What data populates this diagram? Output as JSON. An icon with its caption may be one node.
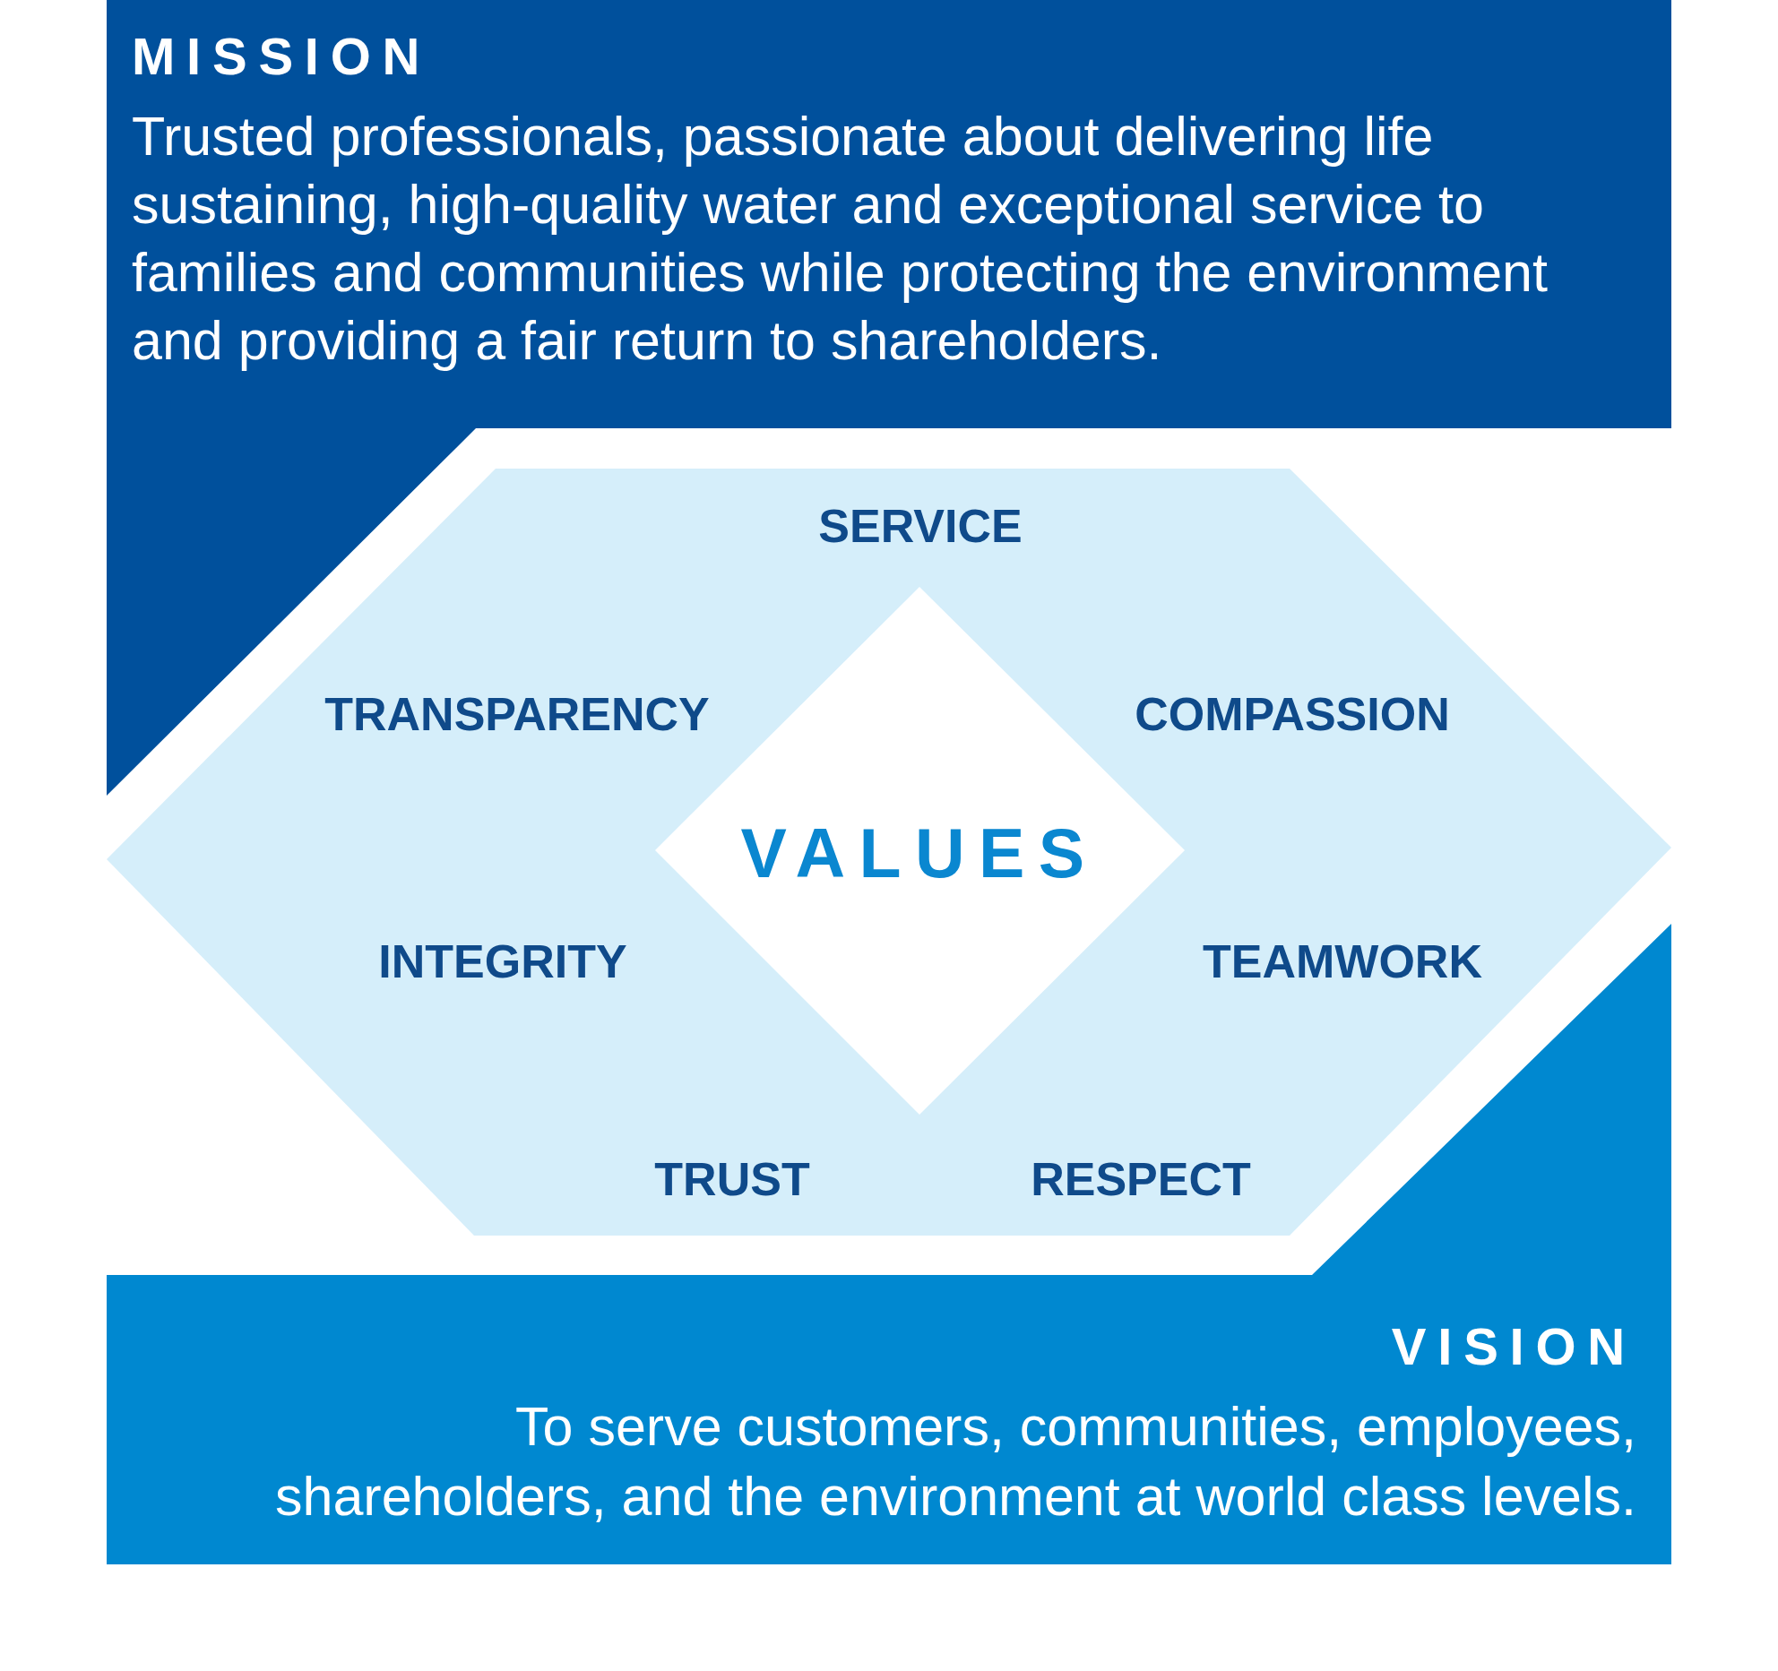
{
  "diagram": {
    "nodes": [
      {
        "text": [
          "MISSION",
          "Trusted professionals, passionate about delivering life sustaining, high-quality water and exceptional service to families and communities while protecting the environment and providing a fair return to shareholders."
        ]
      },
      {
        "text": [
          "SERVICE",
          "TRANSPARENCY",
          "COMPASSION",
          "INTEGRITY",
          "TEAMWORK",
          "TRUST",
          "RESPECT"
        ]
      },
      {
        "text": [
          "VALUES"
        ],
        "in": 1
      },
      {
        "text": [
          "VISION",
          "To serve customers, communities, employees, shareholders, and the environment at world class levels."
        ]
      }
    ]
  }
}
